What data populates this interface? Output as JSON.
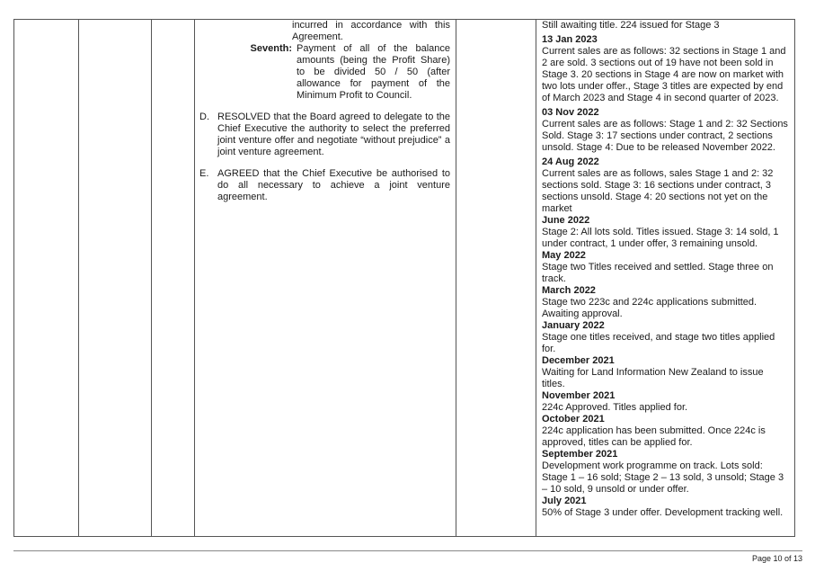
{
  "resolution": {
    "continuation": "incurred in accordance with this Agreement.",
    "seventh_label": "Seventh:",
    "seventh_text": "Payment of all of the balance amounts (being the Profit Share) to be divided 50 / 50 (after allowance for payment of the Minimum Profit to Council.",
    "items": [
      {
        "letter": "D.",
        "text": "RESOLVED that the Board agreed to delegate to the Chief Executive the authority to select the preferred joint venture offer and negotiate “without prejudice” a joint venture agreement."
      },
      {
        "letter": "E.",
        "text": "AGREED that the Chief Executive be authorised to do all necessary to achieve a joint venture agreement."
      }
    ]
  },
  "updates": {
    "top_note": "Still awaiting title. 224 issued for Stage 3",
    "entries": [
      {
        "date": "13 Jan 2023",
        "text": "Current sales are as follows: 32 sections in Stage 1 and 2 are sold. 3 sections out of 19 have not been sold in Stage 3. 20 sections in Stage 4 are now on market with two lots under offer., Stage 3 titles are expected by end of March 2023 and Stage 4 in second quarter of 2023."
      },
      {
        "date": "03 Nov 2022",
        "text": "Current sales are as follows:  Stage 1 and 2:  32 Sections Sold.  Stage 3: 17 sections under contract, 2 sections unsold.  Stage 4: Due to be released November 2022."
      },
      {
        "date": "24 Aug 2022",
        "text": "Current sales are as follows, sales Stage 1 and 2:  32 sections sold. Stage 3: 16 sections under contract, 3 sections unsold. Stage 4:  20 sections not yet on the market"
      },
      {
        "date": "June 2022",
        "text": "Stage 2: All lots sold. Titles issued. Stage 3: 14 sold, 1 under contract, 1 under offer, 3 remaining unsold."
      },
      {
        "date": "May 2022",
        "text": "Stage two Titles received and settled. Stage three on track."
      },
      {
        "date": "March 2022",
        "text": "Stage two 223c and 224c applications submitted. Awaiting approval."
      },
      {
        "date": "January 2022",
        "text": "Stage one titles received, and stage two titles applied for."
      },
      {
        "date": "December 2021",
        "text": "Waiting for Land Information New Zealand to issue titles."
      },
      {
        "date": "November 2021",
        "text": "224c Approved. Titles applied for."
      },
      {
        "date": "October 2021",
        "text": "224c application has been submitted. Once 224c is approved, titles can be applied for."
      },
      {
        "date": "September 2021",
        "text": "Development work programme on track. Lots sold: Stage 1 – 16 sold; Stage 2 – 13 sold, 3 unsold; Stage 3 – 10 sold, 9 unsold or under offer."
      },
      {
        "date": "July 2021",
        "text": "50% of Stage 3 under offer. Development tracking well."
      }
    ]
  },
  "footer": {
    "page_label": "Page 10 of 13"
  }
}
